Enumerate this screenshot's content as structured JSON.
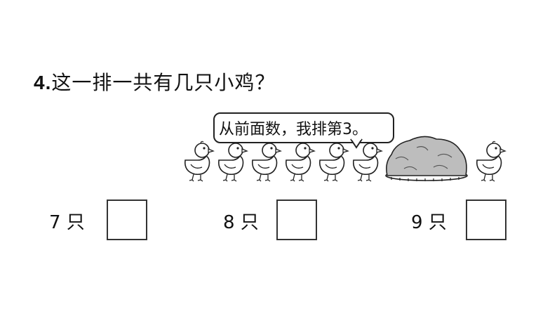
{
  "question": {
    "number": "4.",
    "text": "这一排一共有几只小鸡？"
  },
  "speech_bubble": {
    "text": "从前面数，我排第3。"
  },
  "illustration": {
    "chicks_before_haystack": 6,
    "chicks_after_haystack": 1,
    "haystack_icon": "haystack-icon",
    "chick_icon": "chick-icon"
  },
  "options": [
    {
      "label": "7 只"
    },
    {
      "label": "8 只"
    },
    {
      "label": "9 只"
    }
  ]
}
